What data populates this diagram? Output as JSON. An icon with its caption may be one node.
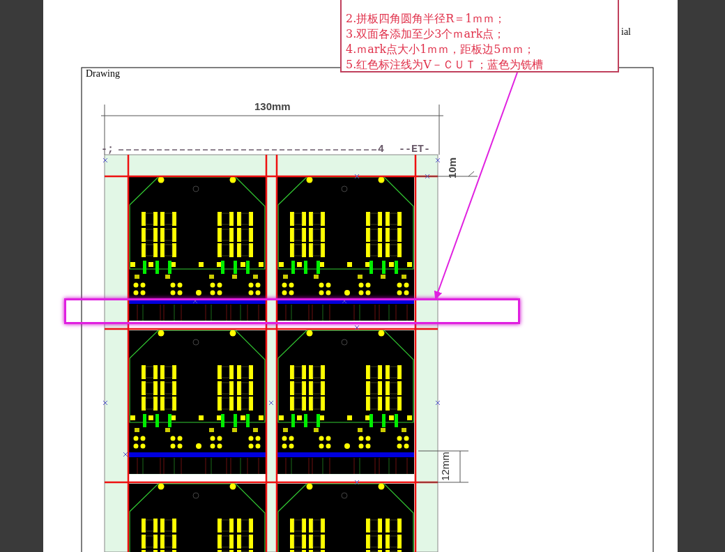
{
  "diagram": {
    "nodes": [
      {
        "text": [
          "2.拼板四角圆角半径R＝1ｍｍ；",
          "3.双面各添加至少3个ｍark点；",
          "4.ｍark点大小1ｍｍ，距板边5ｍｍ；",
          "5.红色标注线为V－ＣＵＴ；蓝色为铣槽"
        ]
      },
      {
        "text": [],
        "shape": "box"
      }
    ],
    "edges": [
      {
        "from": 0,
        "to": 1,
        "arrow": "to"
      }
    ],
    "labels": [
      "ial",
      "Drawing",
      "130mm",
      "-;",
      "4",
      "--ET-",
      "10m",
      "12mm"
    ]
  }
}
